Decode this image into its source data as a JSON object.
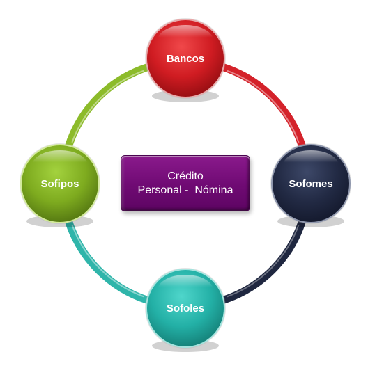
{
  "center": {
    "line1": "Crédito",
    "line2": "Personal -  Nómina",
    "color": "#6f0a73"
  },
  "nodes": [
    {
      "id": "bancos",
      "label": "Bancos",
      "color": "#c8191e"
    },
    {
      "id": "sofomes",
      "label": "Sofomes",
      "color": "#1f2740"
    },
    {
      "id": "sofoles",
      "label": "Sofoles",
      "color": "#22aca3"
    },
    {
      "id": "sofipos",
      "label": "Sofipos",
      "color": "#79a81e"
    }
  ],
  "ring_segments": [
    {
      "id": "bancos-to-sofomes",
      "color": "#d4222a"
    },
    {
      "id": "sofomes-to-sofoles",
      "color": "#1f2740"
    },
    {
      "id": "sofoles-to-sofipos",
      "color": "#2fb5aa"
    },
    {
      "id": "sofipos-to-bancos",
      "color": "#8cbb2a"
    }
  ]
}
